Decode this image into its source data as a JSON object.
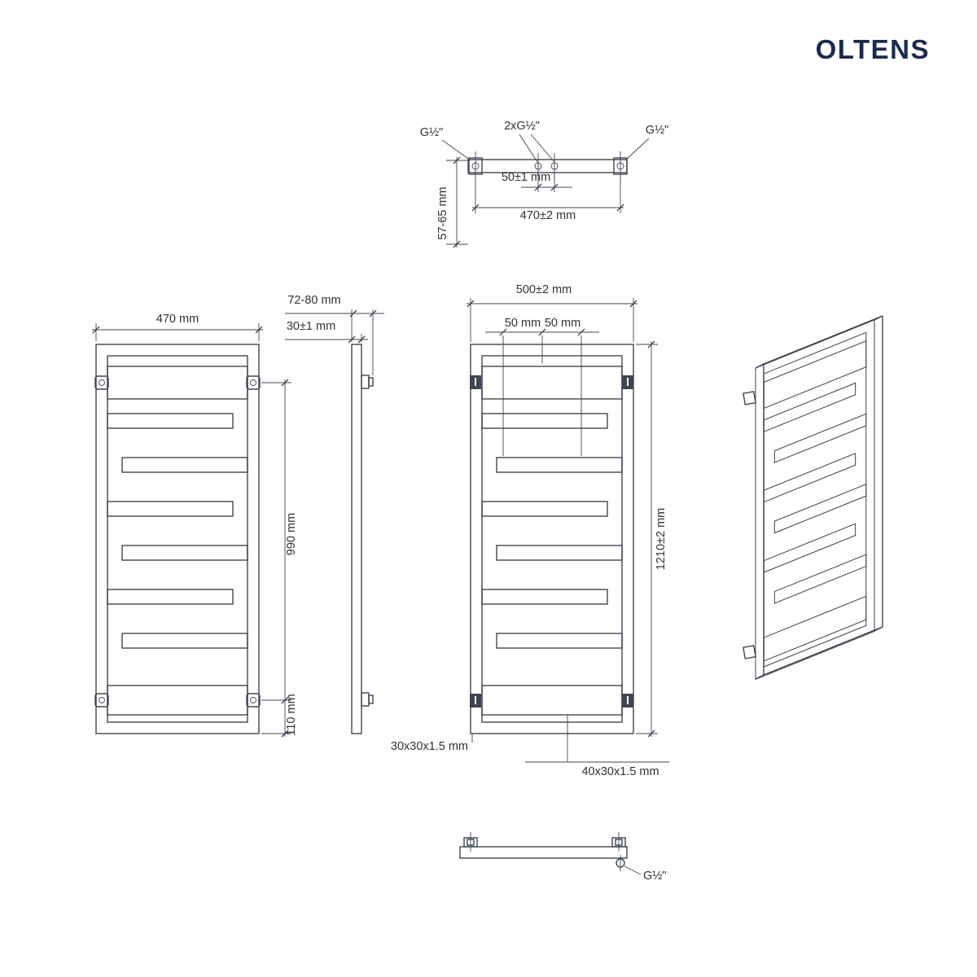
{
  "brand": {
    "logo": "OLTENS"
  },
  "colors": {
    "line": "#41464e",
    "text": "#2e3338",
    "logo": "#1c2b4d"
  },
  "top_view": {
    "conn_left": "G½\"",
    "conn_mid": "2xG½\"",
    "conn_right": "G½\"",
    "dim_conn_spacing": "50±1 mm",
    "dim_conn_width": "470±2 mm",
    "dim_wall": "57-65 mm"
  },
  "front_view": {
    "dim_width": "470 mm",
    "dim_bracket_span": "990 mm",
    "dim_bracket_offset": "110 mm"
  },
  "side_view": {
    "dim_depth": "72-80 mm",
    "dim_tube": "30±1 mm"
  },
  "dim_view": {
    "dim_width": "500±2 mm",
    "dim_50_left": "50 mm",
    "dim_50_right": "50 mm",
    "dim_height": "1210±2 mm",
    "profile_frame": "30x30x1.5 mm",
    "profile_bar": "40x30x1.5 mm"
  },
  "bottom_view": {
    "conn": "G½\""
  }
}
